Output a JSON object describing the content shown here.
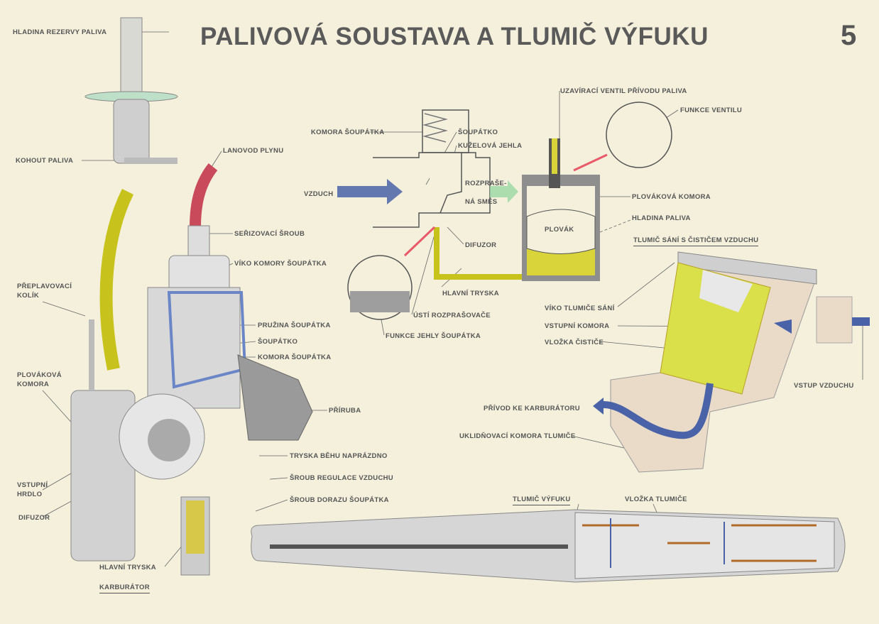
{
  "title": "PALIVOVÁ SOUSTAVA A TLUMIČ VÝFUKU",
  "page_number": "5",
  "carburetor": {
    "hladina_rezervy": "HLADINA REZERVY PALIVA",
    "kohout": "KOHOUT PALIVA",
    "lanovod": "LANOVOD PLYNU",
    "serizovaci_sroub": "SEŘIZOVACÍ ŠROUB",
    "viko_komory": "VÍKO KOMORY ŠOUPÁTKA",
    "preplavovaci_1": "PŘEPLAVOVACÍ",
    "preplavovaci_2": "KOLÍK",
    "pruzina": "PRUŽINA ŠOUPÁTKA",
    "soupatko": "ŠOUPÁTKO",
    "komora_soupatka": "KOMORA ŠOUPÁTKA",
    "plovakova_1": "PLOVÁKOVÁ",
    "plovakova_2": "KOMORA",
    "priruba": "PŘÍRUBA",
    "tryska_behu": "TRYSKA  BĚHU NAPRÁZDNO",
    "sroub_regulace": "ŠROUB  REGULACE VZDUCHU",
    "sroub_dorazu": "ŠROUB  DORAZU ŠOUPÁTKA",
    "vstupni_1": "VSTUPNÍ",
    "vstupni_2": "HRDLO",
    "difuzor": "DIFUZOR",
    "hlavni_tryska": "HLAVNÍ TRYSKA",
    "caption": "KARBURÁTOR"
  },
  "schema": {
    "komora_soupatka": "KOMORA  ŠOUPÁTKA",
    "soupatko": "ŠOUPÁTKO",
    "kuzelova_jehla": "KUŽELOVÁ JEHLA",
    "uzaviraci_ventil": "UZAVÍRACÍ VENTIL PŘÍVODU PALIVA",
    "funkce_ventilu": "FUNKCE VENTILU",
    "vzduch": "VZDUCH",
    "rozprasena_1": "ROZPRAŠE-",
    "rozprasena_2": "NÁ  SMĚS",
    "plovakova_komora": "PLOVÁKOVÁ KOMORA",
    "hladina_paliva": "HLADINA PALIVA",
    "plovak": "PLOVÁK",
    "difuzor": "DIFUZOR",
    "hlavni_tryska": "HLAVNÍ  TRYSKA",
    "usti": "ÚSTÍ  ROZPRAŠOVAČE",
    "funkce_jehly": "FUNKCE JEHLY  ŠOUPÁTKA"
  },
  "intake": {
    "caption": "TLUMIČ  SÁNÍ  S  ČISTIČEM  VZDUCHU",
    "viko": "VÍKO TLUMIČE  SÁNÍ",
    "vstupni_komora": "VSTUPNÍ KOMORA",
    "vlozka": "VLOŽKA  ČISTIČE",
    "vstup_vzduchu": "VSTUP  VZDUCHU",
    "privod": "PŘÍVOD KE  KARBURÁTORU",
    "uklidnovaci": "UKLIDŇOVACÍ  KOMORA  TLUMIČE"
  },
  "exhaust": {
    "caption": "TLUMIČ  VÝFUKU",
    "vlozka": "VLOŽKA  TLUMIČE"
  },
  "colors": {
    "background": "#f4f0dc",
    "fuel": "#d8d43a",
    "air": "#4a63a8",
    "arrow_red": "#e85a6a",
    "metal": "#c9c9c9"
  }
}
